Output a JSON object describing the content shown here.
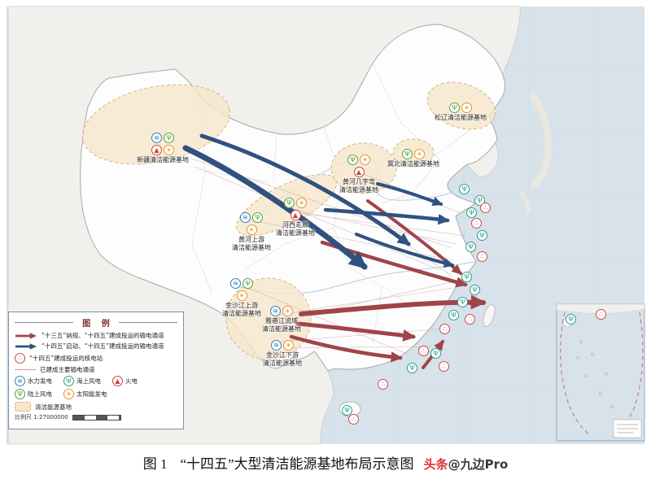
{
  "caption": {
    "figure": "图 1",
    "title": "“十四五”大型清洁能源基地布局示意图",
    "credit_head": "头条",
    "credit_tail": "@九边Pro"
  },
  "legend": {
    "title": "图 例",
    "channel_red": "“十三五”纳规、“十四五”建成投运的输电通道",
    "channel_blue": "“十四五”启动、“十四五”建成投运的输电通道",
    "nuclear": "“十四五”建成投运的核电站",
    "existing": "已建成主要输电通道",
    "hydro": "水力发电",
    "offshore_wind": "海上风电",
    "thermal": "火电",
    "onshore_wind": "陆上风电",
    "solar": "太阳能发电",
    "base_area": "清洁能源基地",
    "scale": "比例尺 1:27000000"
  },
  "bases": [
    {
      "l1": "新疆清洁能源基地"
    },
    {
      "l1": "松辽清洁能源基地"
    },
    {
      "l1": "冀北清洁能源基地"
    },
    {
      "l1": "黄河几字弯",
      "l2": "清洁能源基地"
    },
    {
      "l1": "河西走廊",
      "l2": "清洁能源基地"
    },
    {
      "l1": "黄河上游",
      "l2": "清洁能源基地"
    },
    {
      "l1": "金沙江上游",
      "l2": "清洁能源基地"
    },
    {
      "l1": "雅砻江流域",
      "l2": "清洁能源基地"
    },
    {
      "l1": "金沙江下游",
      "l2": "清洁能源基地"
    }
  ],
  "icons": {
    "hydro": "≋",
    "wind": "Ψ",
    "solar": "☀",
    "thermal": "▲",
    "nuclear": "∴"
  },
  "colors": {
    "red_channel": "#a04449",
    "blue_channel": "#31517f",
    "base_area_fill": "#f6e6ca",
    "sea": "#d7e2eb",
    "land": "#fdfdfe"
  }
}
